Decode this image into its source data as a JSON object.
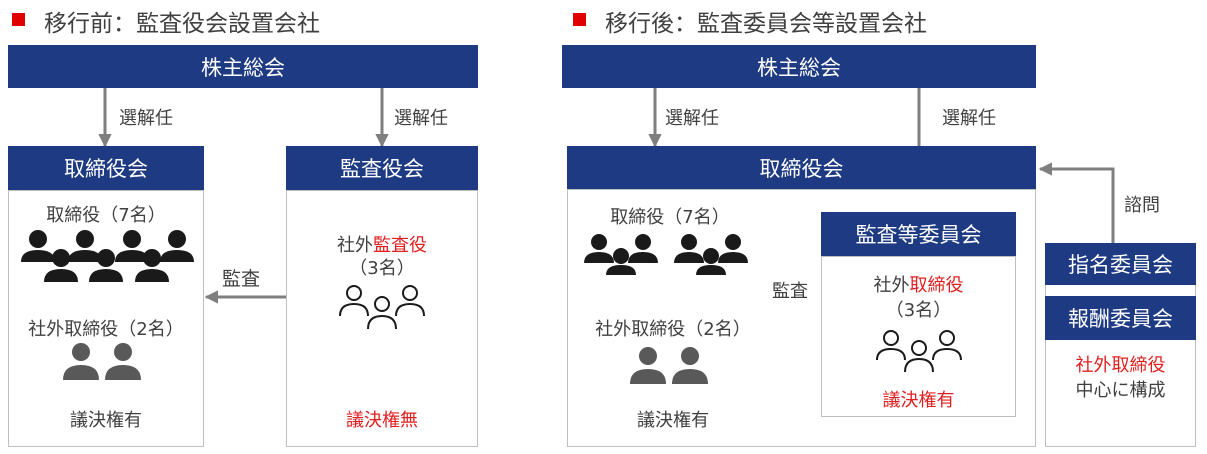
{
  "left": {
    "title": "移行前：監査役会設置会社",
    "shareholders": "株主総会",
    "elect1": "選解任",
    "elect2": "選解任",
    "board": {
      "title": "取締役会",
      "directors": "取締役（7名）",
      "outside_directors": "社外取締役（2名）",
      "voting": "議決権有"
    },
    "audit_board": {
      "title": "監査役会",
      "outside_prefix": "社外",
      "auditor_word": "監査役",
      "count": "（3名）",
      "voting": "議決権無"
    },
    "audit_label": "監査"
  },
  "right": {
    "title": "移行後：監査委員会等設置会社",
    "shareholders": "株主総会",
    "elect1": "選解任",
    "elect2": "選解任",
    "board": {
      "title": "取締役会",
      "directors": "取締役（7名）",
      "outside_directors": "社外取締役（2名）",
      "voting": "議決権有"
    },
    "audit_committee": {
      "title": "監査等委員会",
      "outside_prefix": "社外",
      "director_word": "取締役",
      "count": "（3名）",
      "voting": "議決権有"
    },
    "audit_label": "監査",
    "consult_label": "諮問",
    "nomination": "指名委員会",
    "compensation": "報酬委員会",
    "composition_red": "社外取締役",
    "composition_rest": "中心に構成"
  },
  "colors": {
    "navy": "#1d3a83",
    "accent_red": "#e02020",
    "text_gray": "#404040",
    "arrow_gray": "#7f7f7f",
    "icon_dark": "#1a1a1a",
    "icon_gray": "#595959"
  }
}
